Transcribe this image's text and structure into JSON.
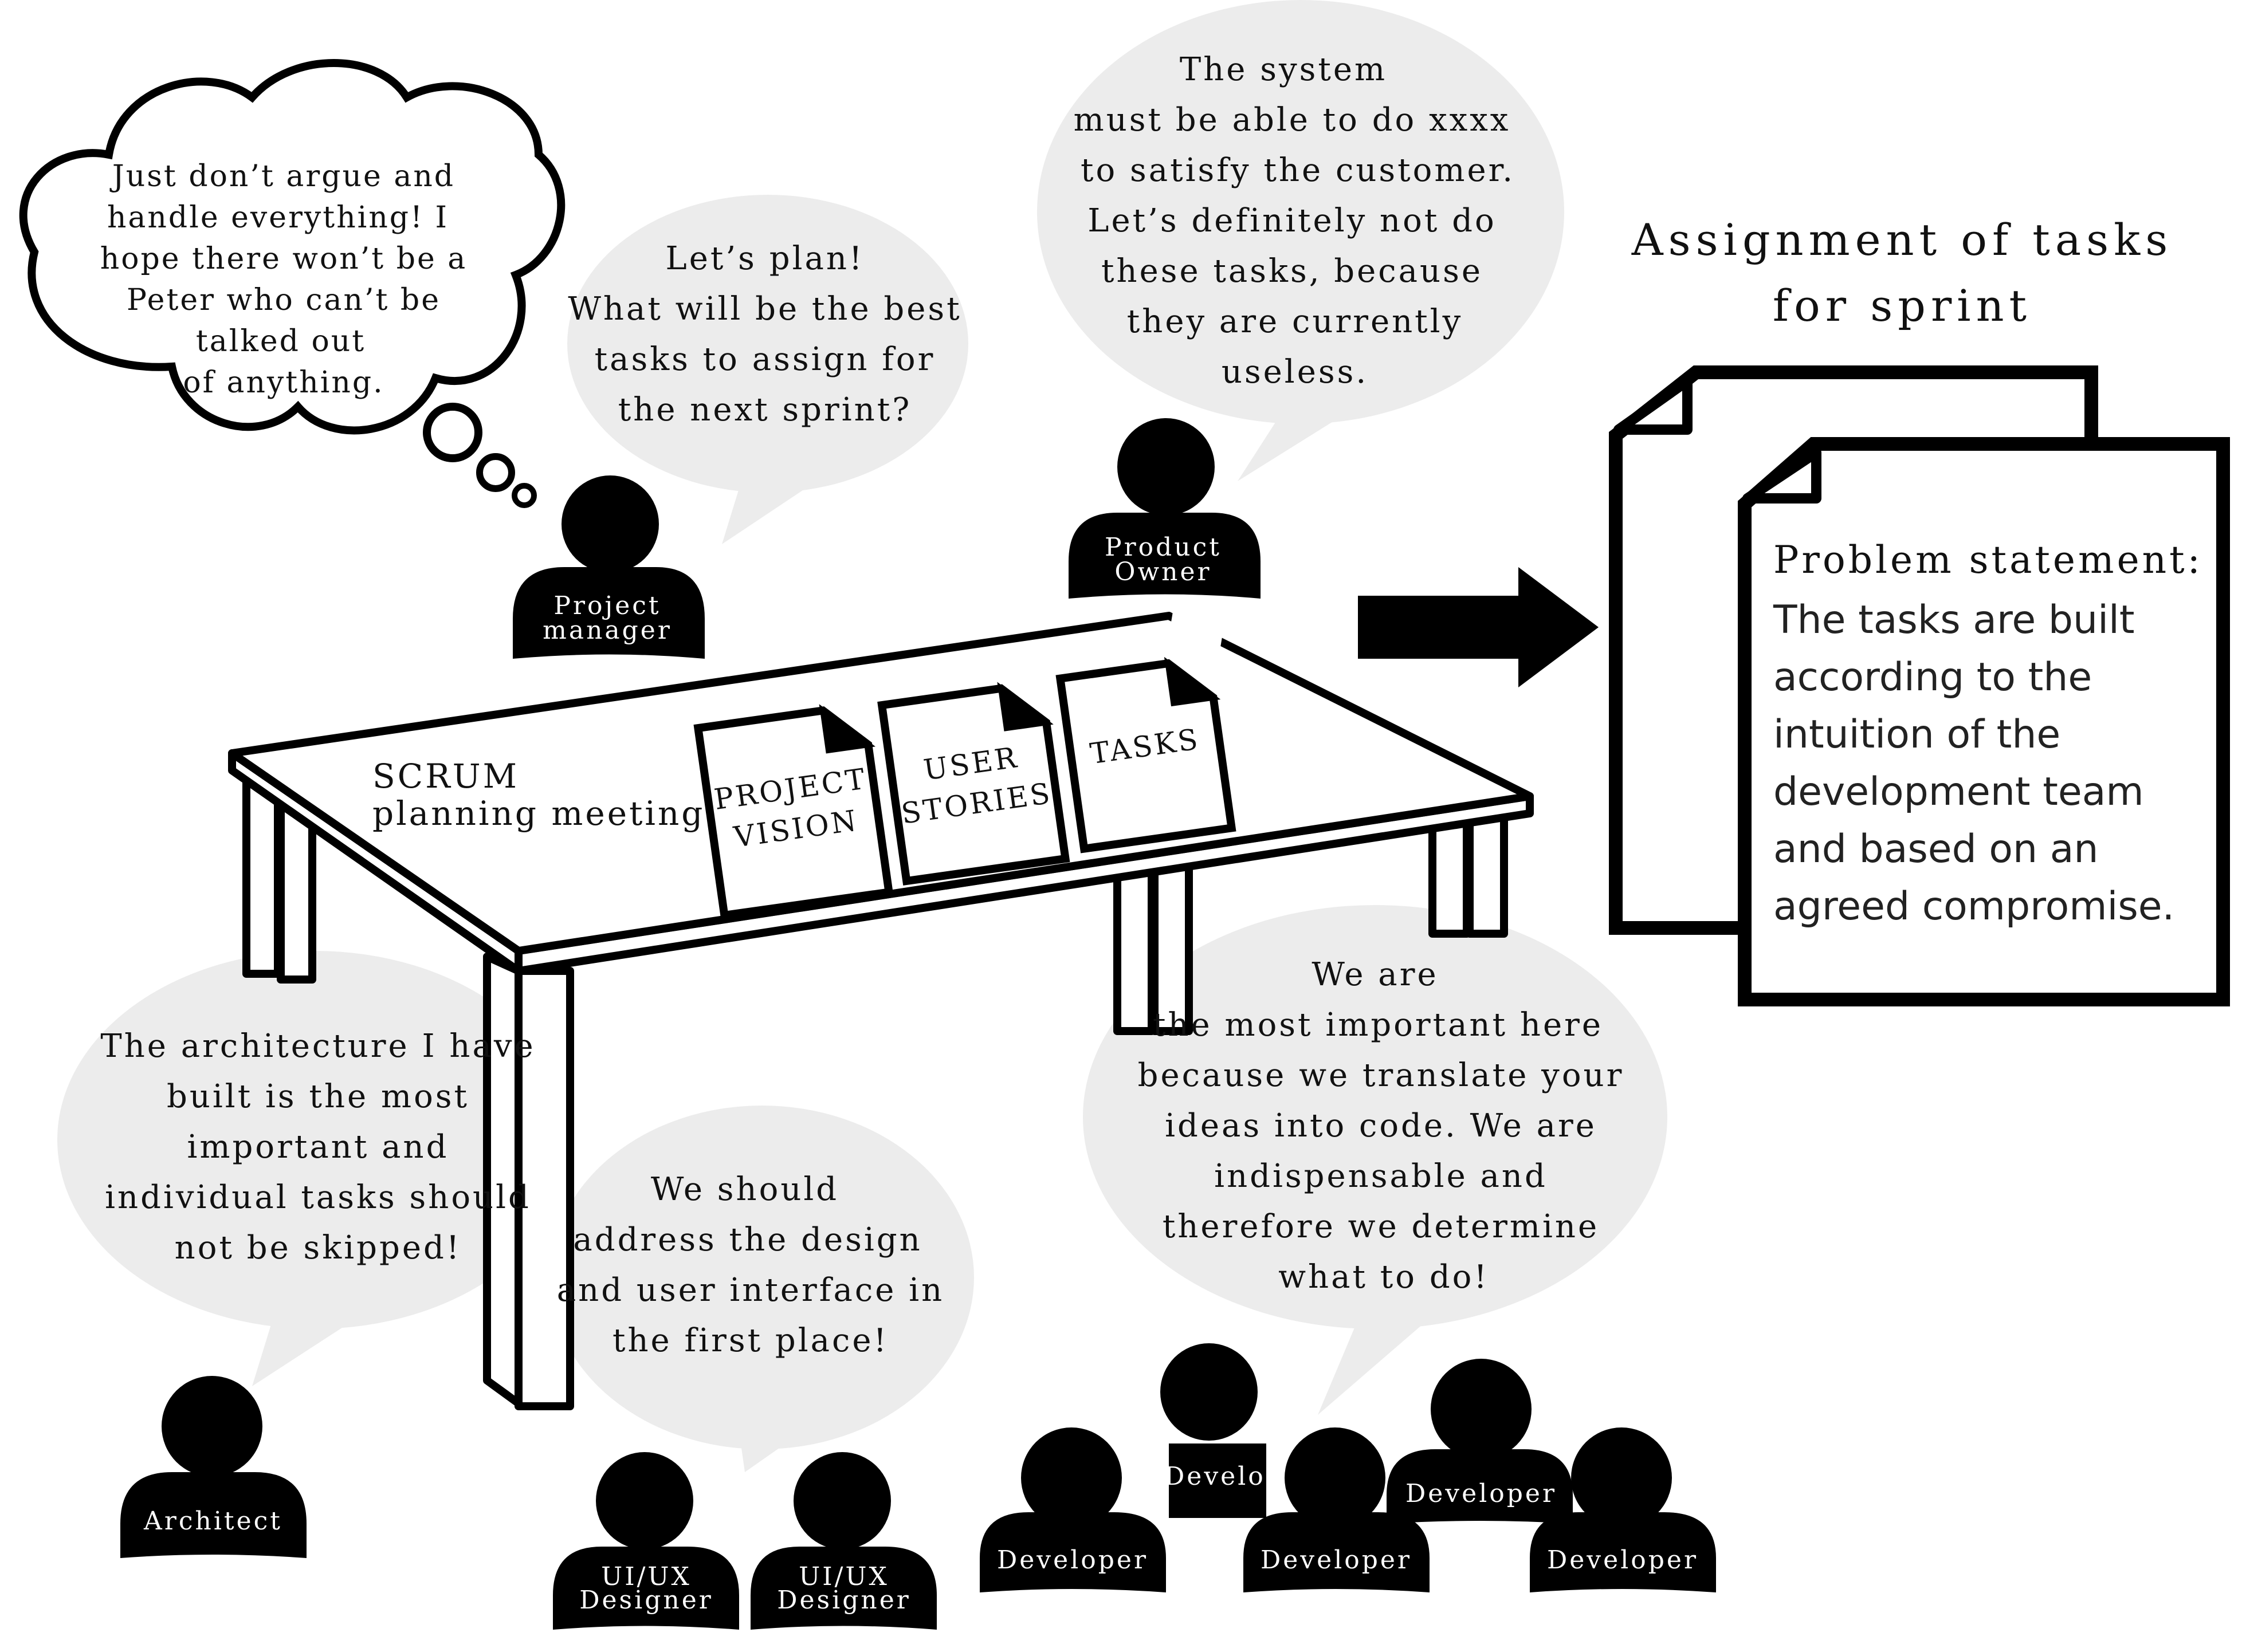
{
  "cloud_thought": [
    "Just don’t argue and",
    "handle everything! I",
    "hope there won’t be a",
    "Peter who can’t be",
    "talked out",
    "of anything."
  ],
  "pm_speech": [
    "Let’s plan!",
    "What will be the best",
    "tasks to assign for",
    "the next sprint?"
  ],
  "po_speech": [
    "The system",
    "must be able to do xxxx",
    "to satisfy the customer.",
    "Let’s definitely not do",
    "these tasks, because",
    "they are currently",
    "useless."
  ],
  "heading": [
    "Assignment of tasks",
    "for sprint"
  ],
  "problem": {
    "title": "Problem statement:",
    "lines": [
      "The tasks are built",
      "according to the",
      "intuition of the",
      "development team",
      "and based on an",
      "agreed compromise."
    ]
  },
  "table_label": [
    "SCRUM",
    "planning meeting"
  ],
  "docs": {
    "project_vision": [
      "PROJECT",
      "VISION"
    ],
    "user_stories": [
      "USER",
      "STORIES"
    ],
    "tasks": [
      "TASKS"
    ]
  },
  "roles": {
    "project_manager": [
      "Project",
      "manager"
    ],
    "product_owner": [
      "Product",
      "Owner"
    ],
    "architect": [
      "Architect"
    ],
    "uiux_1": [
      "UI/UX",
      "Designer"
    ],
    "uiux_2": [
      "UI/UX",
      "Designer"
    ],
    "dev_back": "Develop",
    "dev_1": "Developer",
    "dev_2": "Developer",
    "dev_3": "Developer",
    "dev_4": "Developer"
  },
  "arch_speech": [
    "The architecture I have",
    "built is the most",
    "important and",
    "individual tasks should",
    "not be skipped!"
  ],
  "ux_speech": [
    "We should",
    "address the design",
    "and user interface in",
    "the first place!"
  ],
  "dev_speech": [
    "We are",
    "the most important here",
    "because we translate your",
    "ideas into code. We are",
    "indispensable and",
    "therefore we determine",
    "what to do!"
  ],
  "colors": {
    "bubble": "#ececec",
    "ink": "#000000"
  }
}
